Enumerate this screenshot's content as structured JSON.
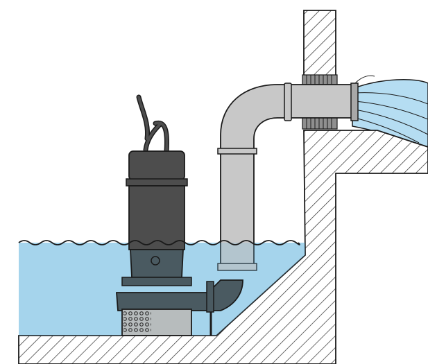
{
  "figure": {
    "subject": "submersible-pump-installation",
    "components": [
      "pump",
      "cable",
      "discharge-pipe",
      "elbow",
      "wall-fitting",
      "basin",
      "wall",
      "outlet-flow"
    ]
  },
  "colors": {
    "water": "#b5ddf2",
    "water_deep": "#a3cfe6",
    "outline": "#1a1a1a",
    "pump_body": "#4d4d4d",
    "pump_base": "#4a5a61",
    "pipe": "#c8c8c8",
    "pipe_shade": "#a8a8a8",
    "strainer": "#b7bcbd",
    "hatch": "#2a2a2a"
  },
  "icons": {
    "wave": "wave-line",
    "hatch": "diagonal-hatch"
  }
}
